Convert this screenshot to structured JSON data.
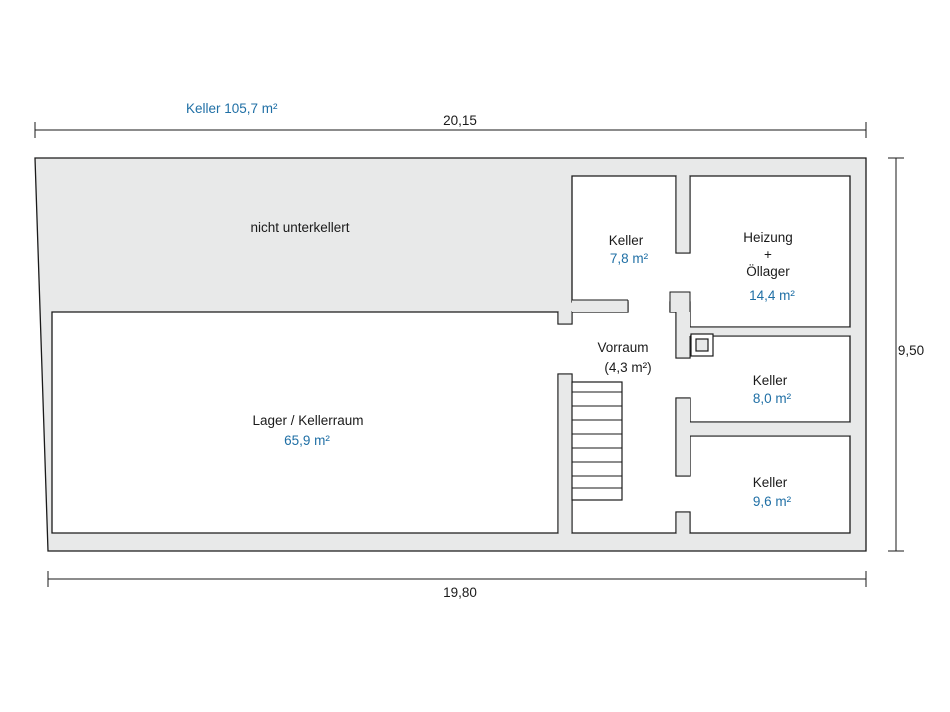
{
  "header": {
    "total_area_label": "Keller 105,7 m²"
  },
  "dimensions": {
    "top": "20,15",
    "bottom": "19,80",
    "right": "9,50"
  },
  "rooms": {
    "nicht_unterkellert": {
      "name": "nicht unterkellert"
    },
    "lager": {
      "name": "Lager / Kellerraum",
      "area": "65,9 m²"
    },
    "keller_top": {
      "name": "Keller",
      "area": "7,8 m²"
    },
    "heizung": {
      "name_line1": "Heizung",
      "name_line2": "+",
      "name_line3": "Öllager",
      "area": "14,4 m²"
    },
    "vorraum": {
      "name": "Vorraum",
      "area": "(4,3 m²)"
    },
    "keller_mid": {
      "name": "Keller",
      "area": "8,0 m²"
    },
    "keller_bottom": {
      "name": "Keller",
      "area": "9,6 m²"
    }
  },
  "colors": {
    "area_text": "#1f6fa5",
    "wall_fill": "#e8e9e9",
    "line": "#1a1a1a"
  }
}
